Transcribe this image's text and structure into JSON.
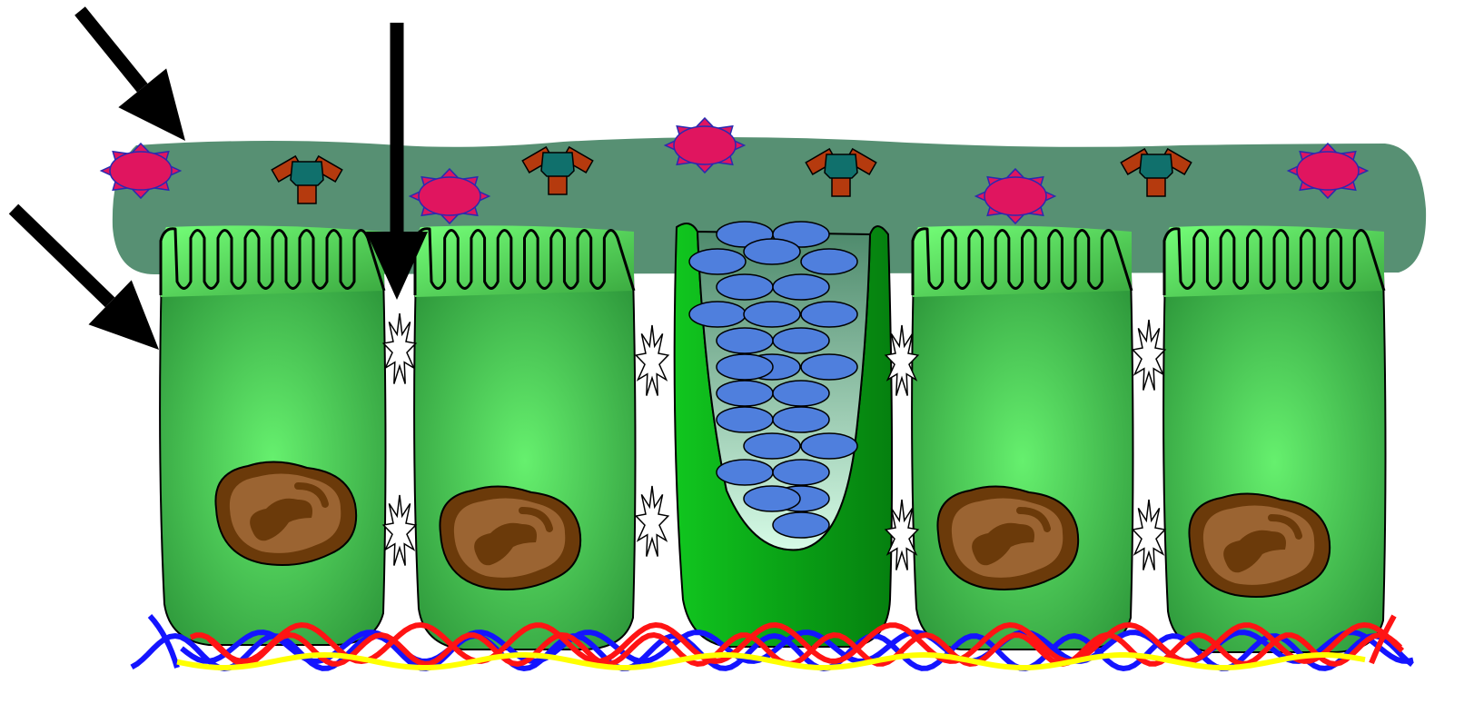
{
  "diagram": {
    "kind": "epithelium-with-goblet-cell",
    "text_labels": [],
    "colors": {
      "background": "#ffffff",
      "mucus_layer": "#4e8a6c",
      "cell_body_light": "#66f06e",
      "cell_body_dark": "#2f9a3c",
      "microvilli_band": "#5fe064",
      "goblet_cell": "#0c9e1a",
      "goblet_granule": "#4f7fdd",
      "goblet_inner": "#9be3c3",
      "nucleus_dark": "#6b3a0a",
      "nucleus_light": "#9b6432",
      "pathogen_star": "#e0155f",
      "pathogen_star_outline": "#2a2ab0",
      "antibody_arm": "#b53a0e",
      "antibody_core": "#10706c",
      "junction": "#ffffff",
      "vessel_red": "#ff1414",
      "vessel_blue": "#1414ff",
      "nerve_yellow": "#ffff00",
      "arrow": "#000000",
      "outline": "#000000"
    },
    "absorptive_cells": [
      "cell-1",
      "cell-2",
      "cell-4",
      "cell-5"
    ],
    "goblet_cell": "cell-3",
    "icons": {
      "pointer": "arrow-icon",
      "pathogen": "star-pathogen-icon",
      "antibody": "y-antibody-icon",
      "junction": "starburst-junction-icon",
      "nucleus": "nucleus-icon",
      "granule": "mucin-granule-icon"
    }
  }
}
